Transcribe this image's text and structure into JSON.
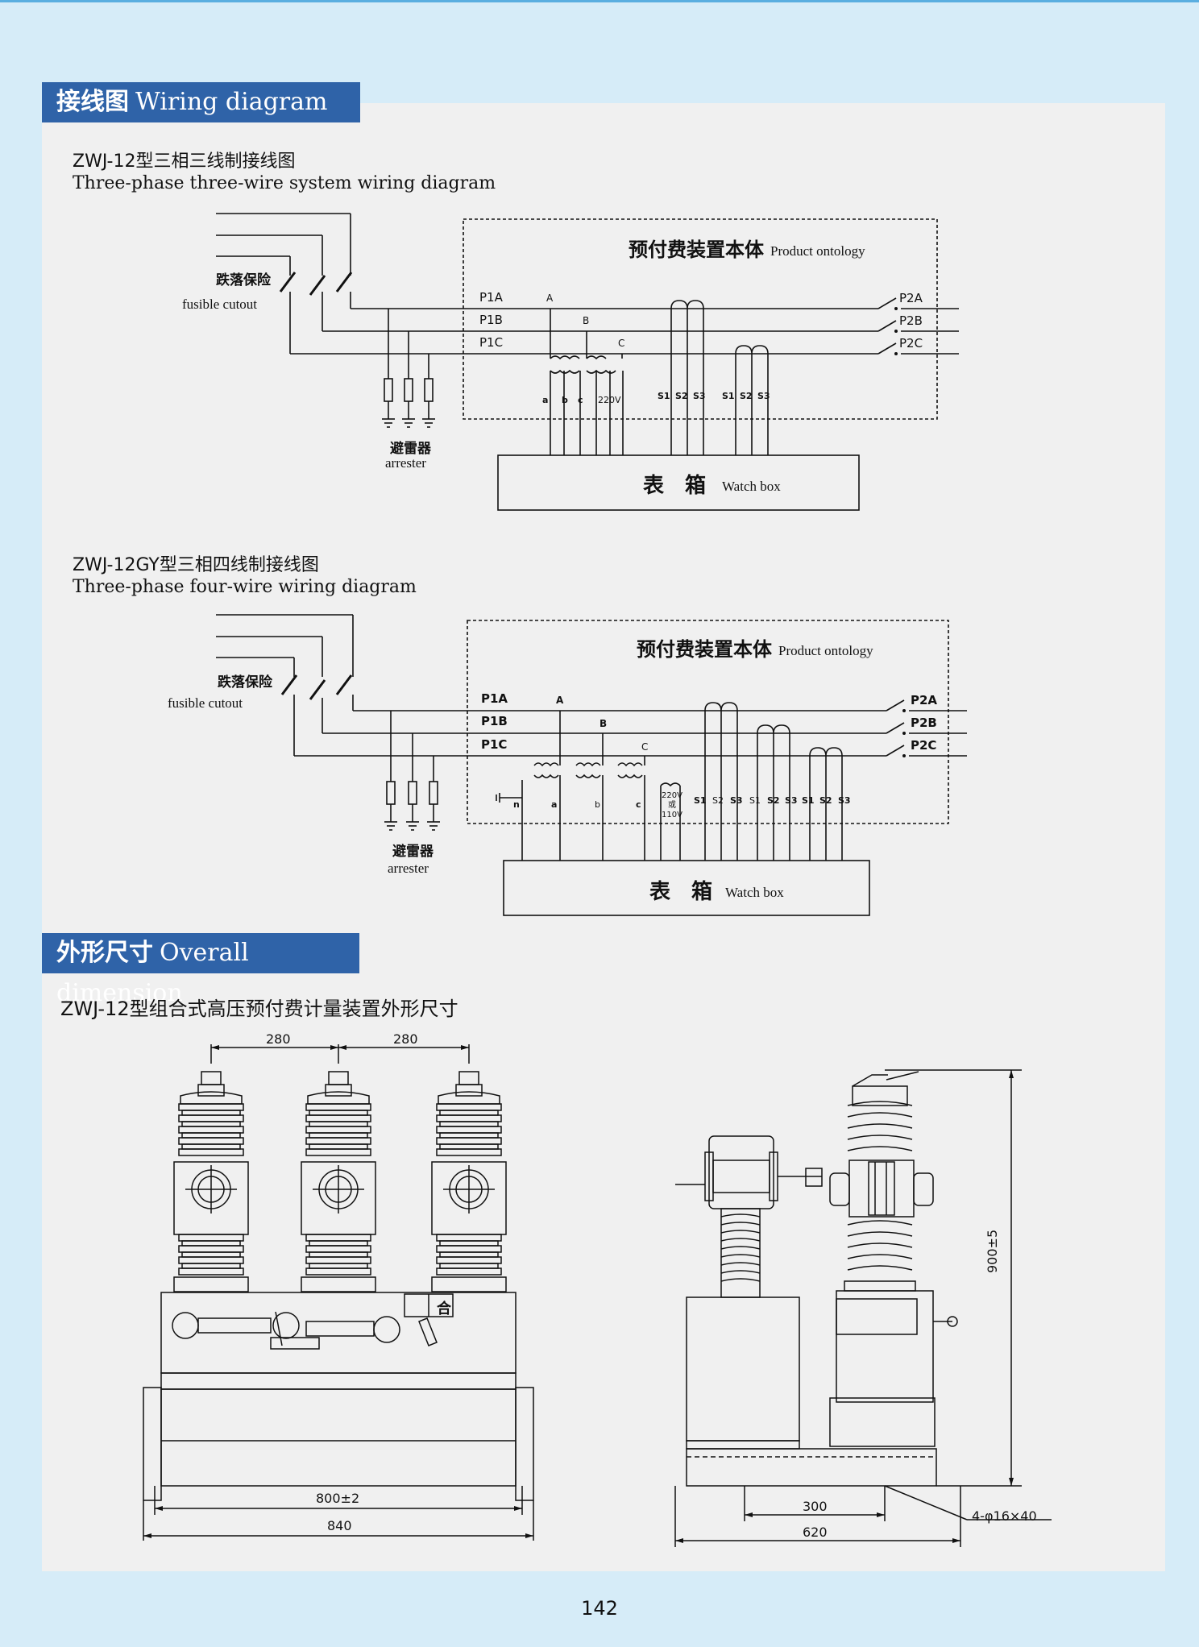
{
  "sections": {
    "wiring": {
      "title_cn": "接线图",
      "title_en": "Wiring diagram"
    },
    "dimension": {
      "title_cn": "外形尺寸",
      "title_en": "Overall dimension"
    }
  },
  "diagram1": {
    "caption_cn": "ZWJ-12型三相三线制接线图",
    "caption_en": "Three-phase three-wire system wiring diagram",
    "product_cn": "预付费装置本体",
    "product_en": "Product ontology",
    "fuse_cn": "跌落保险",
    "fuse_en": "fusible cutout",
    "arrester_cn": "避雷器",
    "arrester_en": "arrester",
    "box_cn": "表　箱",
    "box_en": "Watch box",
    "p1": [
      "P1A",
      "P1B",
      "P1C"
    ],
    "p2": [
      "P2A",
      "P2B",
      "P2C"
    ],
    "phase": [
      "A",
      "B",
      "C"
    ],
    "terms": [
      "a",
      "b",
      "c",
      "220V"
    ],
    "s": [
      "S1",
      "S2",
      "S3",
      "S1",
      "S2",
      "S3"
    ]
  },
  "diagram2": {
    "caption_cn": "ZWJ-12GY型三相四线制接线图",
    "caption_en": "Three-phase four-wire wiring diagram",
    "product_cn": "预付费装置本体",
    "product_en": "Product ontology",
    "fuse_cn": "跌落保险",
    "fuse_en": "fusible cutout",
    "arrester_cn": "避雷器",
    "arrester_en": "arrester",
    "box_cn": "表　箱",
    "box_en": "Watch box",
    "p1": [
      "P1A",
      "P1B",
      "P1C"
    ],
    "p2": [
      "P2A",
      "P2B",
      "P2C"
    ],
    "phase": [
      "A",
      "B",
      "C"
    ],
    "terms": [
      "n",
      "a",
      "b",
      "c"
    ],
    "volt": [
      "220V",
      "或",
      "110V"
    ],
    "s": [
      "S1",
      "S2",
      "S3",
      "S1",
      "S2",
      "S3",
      "S1",
      "S2",
      "S3"
    ]
  },
  "dimension": {
    "caption": "ZWJ-12型组合式高压预付费计量装置外形尺寸",
    "front": {
      "d1": "280",
      "d2": "280",
      "d3": "800±2",
      "d4": "840",
      "btn": "合"
    },
    "side": {
      "h": "900±5",
      "d1": "300",
      "d2": "620",
      "holes": "4-φ16×40"
    }
  },
  "page_number": "142"
}
